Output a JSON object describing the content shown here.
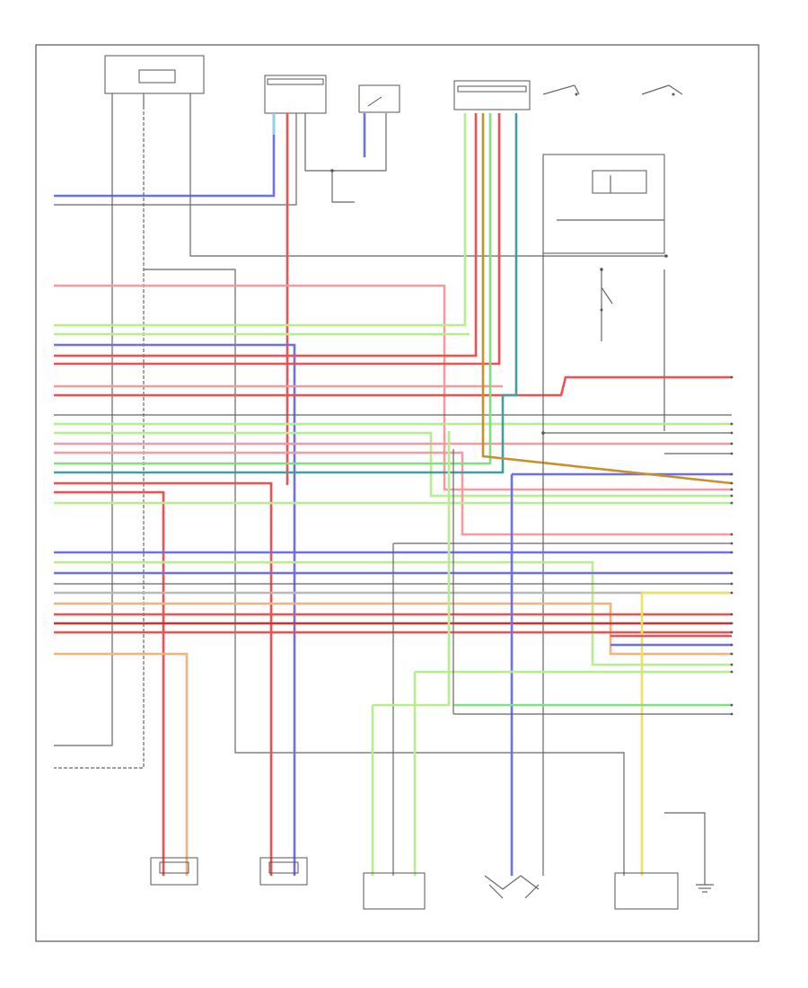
{
  "diagram": {
    "ref_code": "",
    "connectors": [
      {
        "id": "c1"
      },
      {
        "id": "c2"
      },
      {
        "id": "c3"
      },
      {
        "id": "c4"
      },
      {
        "id": "c5"
      },
      {
        "id": "c6"
      },
      {
        "id": "c7"
      },
      {
        "id": "c8"
      },
      {
        "id": "c9"
      }
    ],
    "colors": {
      "red": "#f05050",
      "pink": "#f59aa0",
      "green": "#7ee07e",
      "lightgreen": "#b6ee8c",
      "blue": "#6e6ef0",
      "lightblue": "#8fd0f0",
      "gray": "#6a6a6a",
      "lightgray": "#b8b8b8",
      "orange": "#f5b37a",
      "yellow": "#f0e060",
      "teal": "#40a0a0",
      "darkred": "#d03030",
      "brown": "#c8902c",
      "violet": "#a070d0"
    }
  }
}
